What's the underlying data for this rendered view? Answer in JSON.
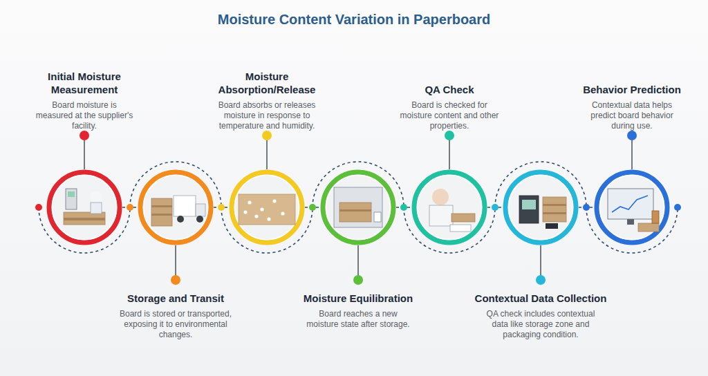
{
  "diagram": {
    "title": "Moisture Content Variation in Paperboard",
    "nodes": [
      {
        "text": [
          "Initial Moisture Measurement",
          "Board moisture is measured at the supplier's facility."
        ]
      },
      {
        "text": [
          "Storage and Transit",
          "Board is stored or transported, exposing it to environmental changes."
        ]
      },
      {
        "text": [
          "Moisture Absorption/Release",
          "Board absorbs or releases moisture in response to temperature and humidity."
        ]
      },
      {
        "text": [
          "Moisture Equilibration",
          "Board reaches a new moisture state after storage."
        ]
      },
      {
        "text": [
          "QA Check",
          "Board is checked for moisture content and other properties."
        ]
      },
      {
        "text": [
          "Contextual Data Collection",
          "QA check includes contextual data like storage zone and packaging condition."
        ]
      },
      {
        "text": [
          "Behavior Prediction",
          "Contextual data helps predict board behavior during use."
        ]
      }
    ],
    "edges": [
      {
        "from": 0,
        "to": 1,
        "arrow": "none"
      },
      {
        "from": 1,
        "to": 2,
        "arrow": "none"
      },
      {
        "from": 2,
        "to": 3,
        "arrow": "none"
      },
      {
        "from": 3,
        "to": 4,
        "arrow": "none"
      },
      {
        "from": 4,
        "to": 5,
        "arrow": "none"
      },
      {
        "from": 5,
        "to": 6,
        "arrow": "none"
      }
    ]
  }
}
